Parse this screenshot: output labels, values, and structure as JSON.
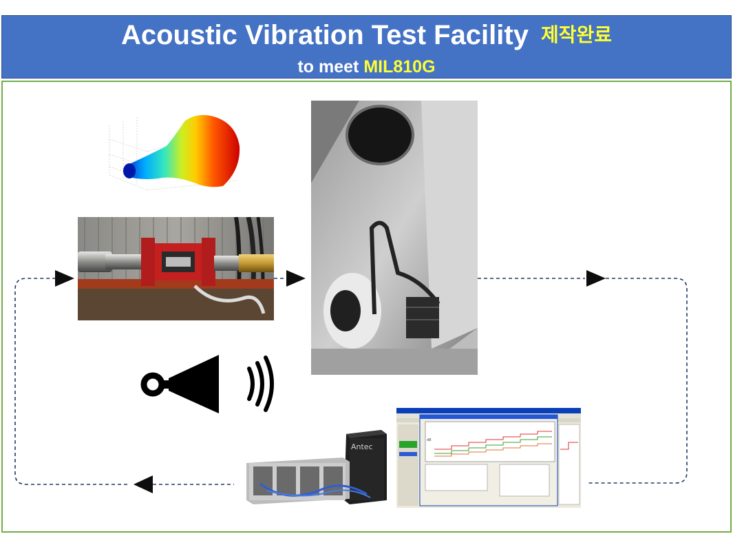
{
  "banner": {
    "title": "Acoustic Vibration Test Facility",
    "title_korean": "제작완료",
    "subtitle_prefix": "to meet",
    "subtitle_standard": "MIL810G",
    "bg_color": "#4472c4",
    "highlight_color": "#ffff33"
  },
  "frame_color": "#70ad47",
  "flow_line_color": "#1f3864",
  "photos": {
    "horn_simulation": "horn-sound-field-plot",
    "modulator": "air-modulator-photo",
    "chamber": "reverberant-chamber-photo",
    "controller_hardware": "data-acquisition-hardware-photo",
    "control_software": "control-software-screenshot"
  },
  "software_window": {
    "chart_tag": "dB"
  },
  "hardware_brand": "Antec"
}
